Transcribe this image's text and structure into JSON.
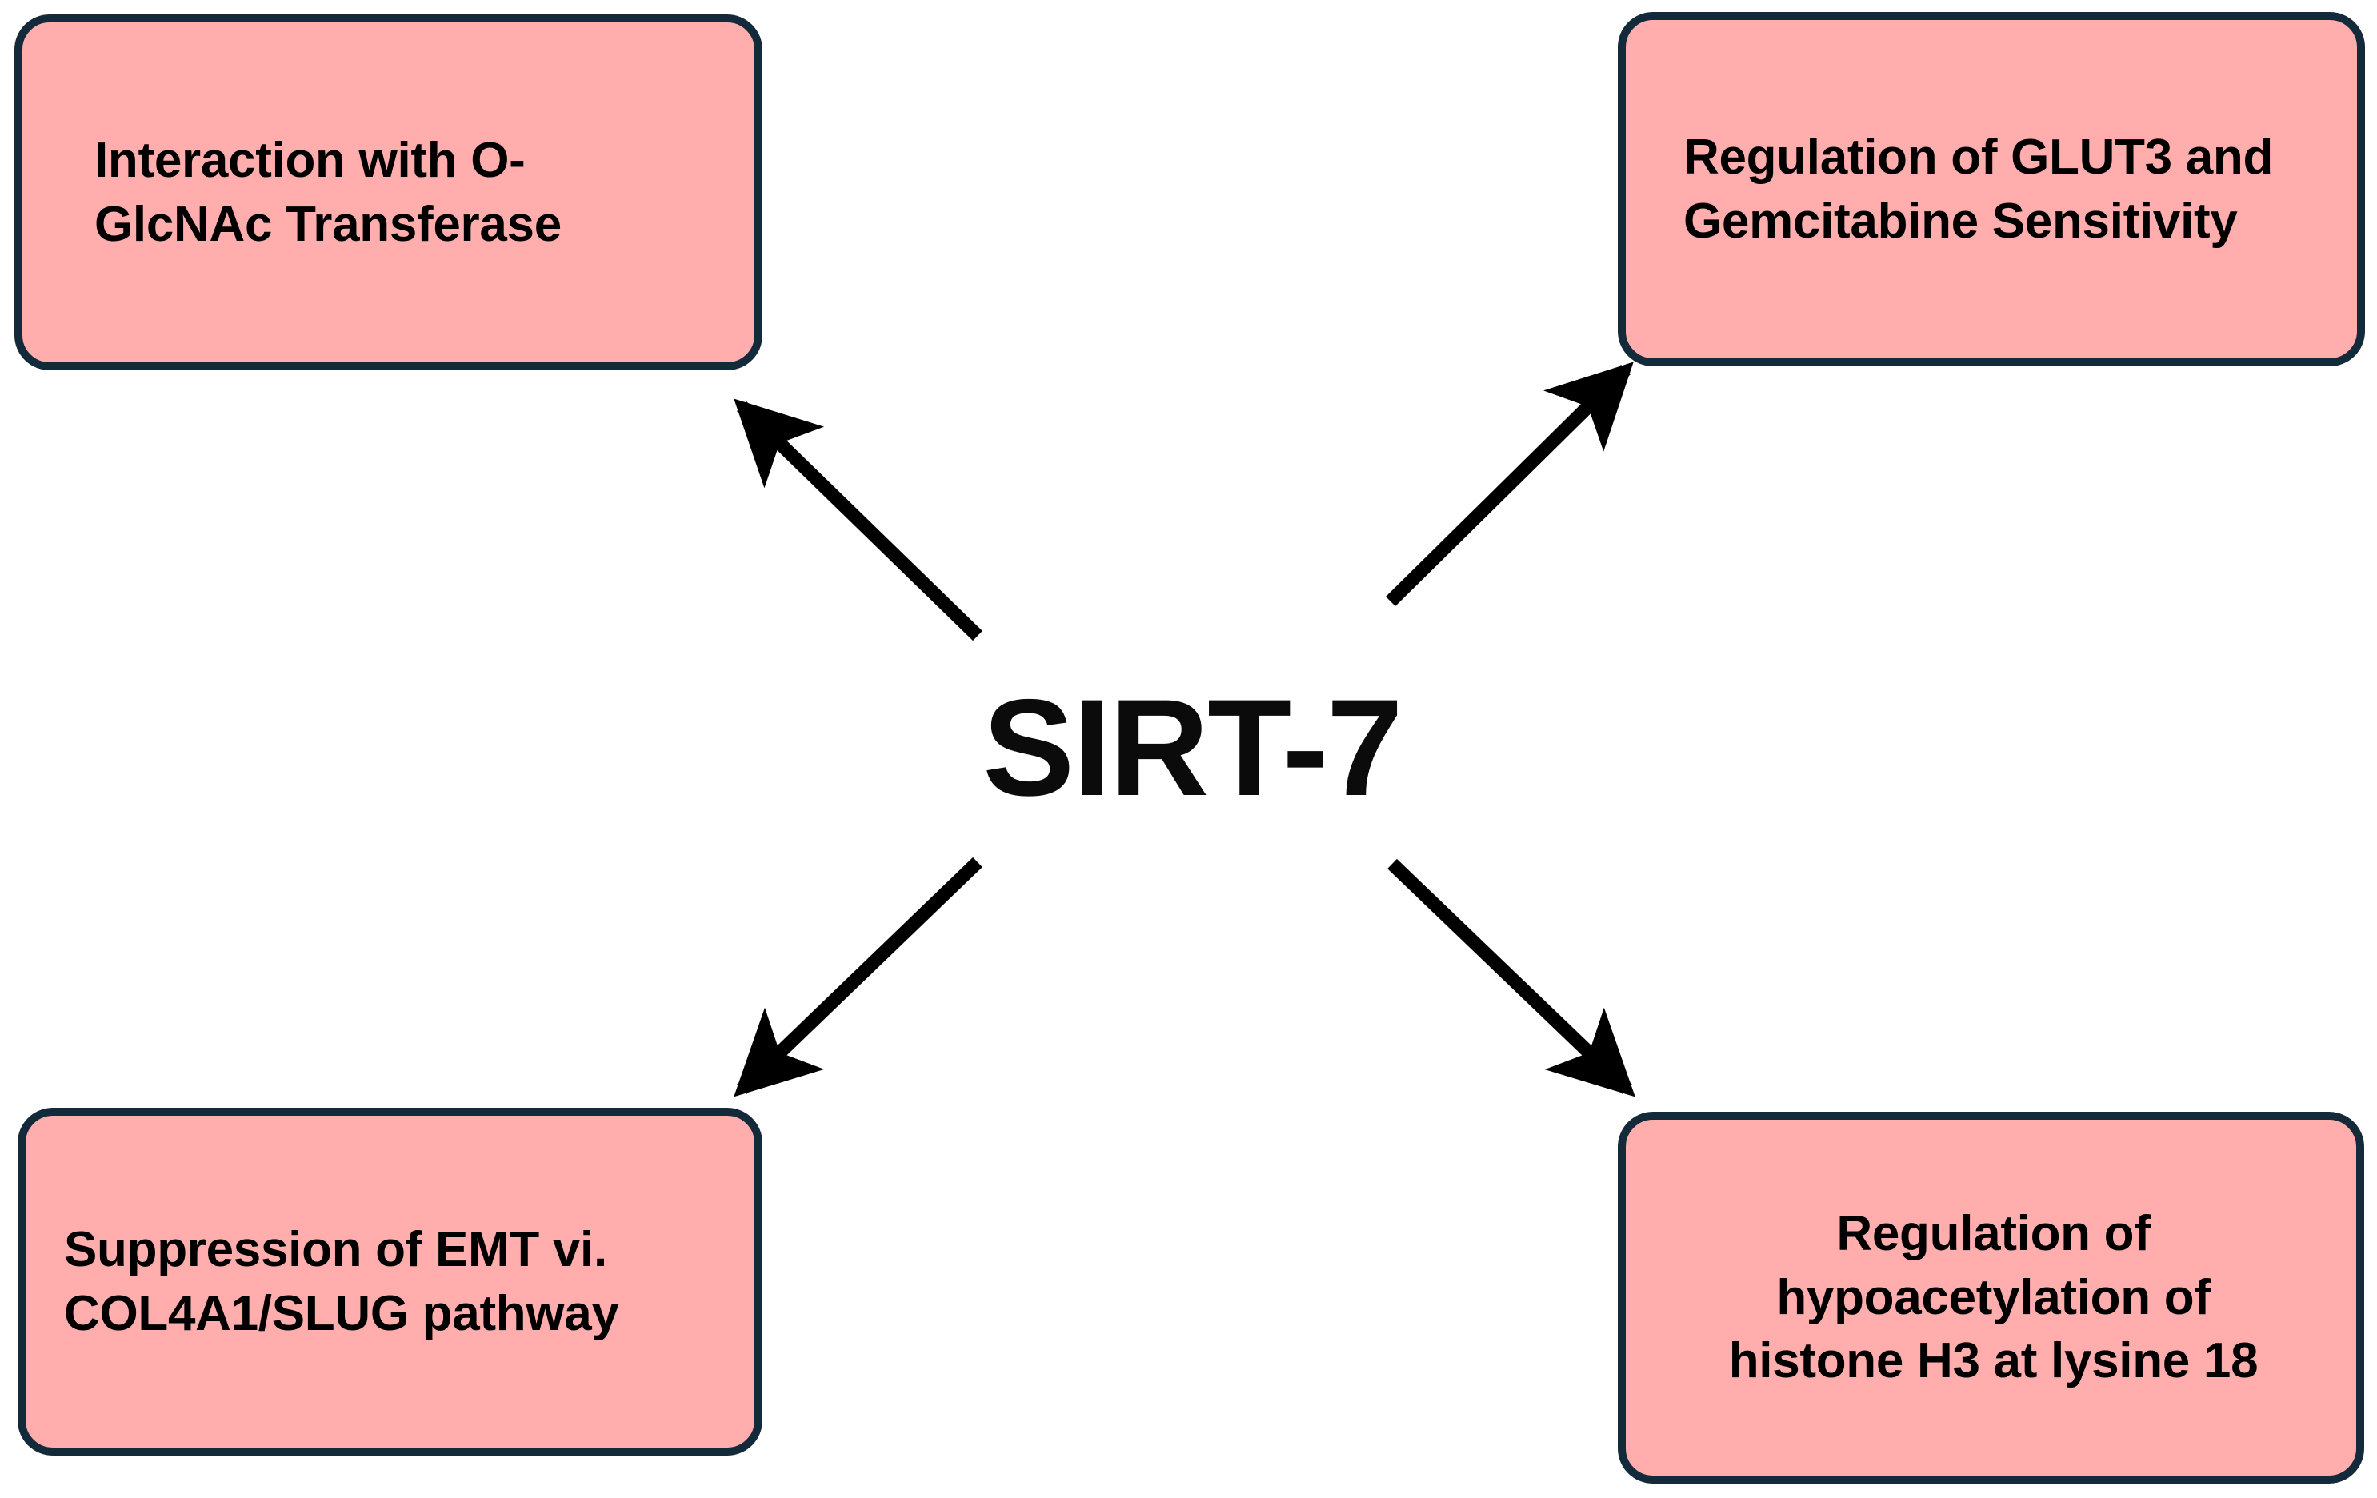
{
  "figure": {
    "type": "radial-concept-diagram",
    "background_color": "#ffffff",
    "center": {
      "label": "SIRT-7"
    },
    "node_style": {
      "fill_color": "#ffadad",
      "border_color": "#132a3a",
      "text_color": "#000000"
    },
    "arrow_color": "#000000",
    "nodes": [
      {
        "id": "top-left",
        "label": "Interaction with O-\nGlcNAc Transferase",
        "position": "top-left"
      },
      {
        "id": "top-right",
        "label": "Regulation of GLUT3 and\nGemcitabine Sensitivity",
        "position": "top-right"
      },
      {
        "id": "bottom-left",
        "label": "Suppression of EMT vi.\nCOL4A1/SLUG pathway",
        "position": "bottom-left"
      },
      {
        "id": "bottom-right",
        "label": "Regulation of\nhypoacetylation of\nhistone H3 at lysine 18",
        "position": "bottom-right"
      }
    ],
    "arrows": [
      {
        "id": "center-to-top-left",
        "from": "SIRT-7",
        "to": "Interaction with O-GlcNAc Transferase",
        "direction": "up-left"
      },
      {
        "id": "center-to-top-right",
        "from": "SIRT-7",
        "to": "Regulation of GLUT3 and Gemcitabine Sensitivity",
        "direction": "up-right"
      },
      {
        "id": "center-to-bottom-left",
        "from": "SIRT-7",
        "to": "Suppression of EMT vi. COL4A1/SLUG pathway",
        "direction": "down-left"
      },
      {
        "id": "center-to-bottom-right",
        "from": "SIRT-7",
        "to": "Regulation of hypoacetylation of histone H3 at lysine 18",
        "direction": "down-right"
      }
    ]
  }
}
